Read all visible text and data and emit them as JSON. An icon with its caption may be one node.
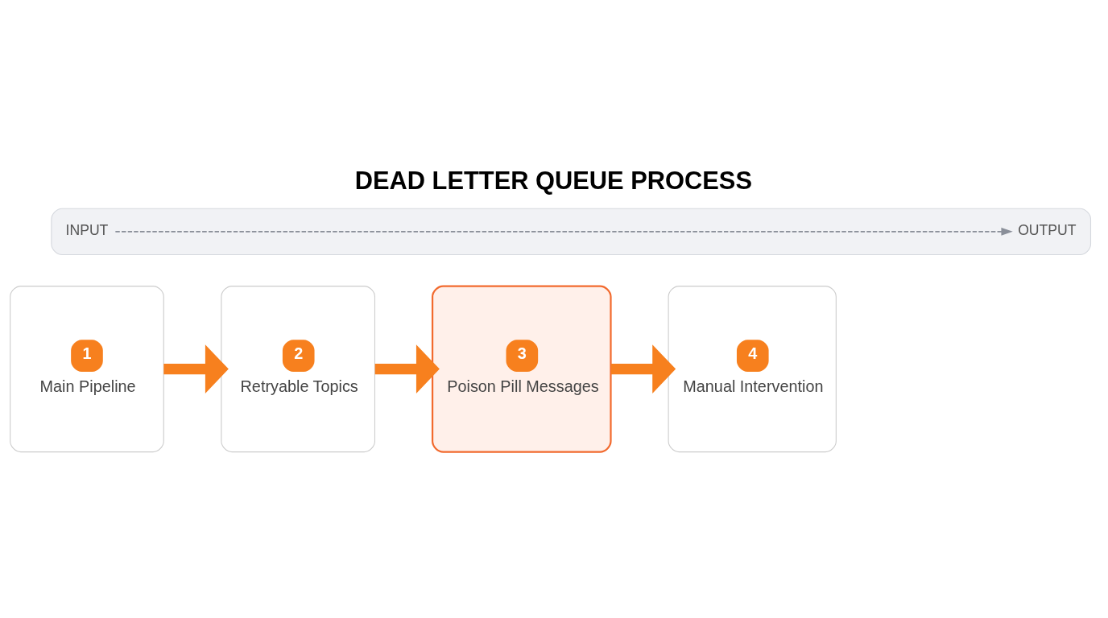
{
  "diagram": {
    "title": "DEAD LETTER QUEUE PROCESS",
    "nodes": [
      {
        "text": [
          "1",
          "Main Pipeline"
        ]
      },
      {
        "text": [
          "2",
          "Retryable Topics"
        ]
      },
      {
        "text": [
          "3",
          "Poison Pill Messages"
        ]
      },
      {
        "text": [
          "4",
          "Manual Intervention"
        ]
      },
      {
        "text": [],
        "shape": "box"
      },
      {
        "text": [
          "INPUT"
        ],
        "in": 4
      },
      {
        "text": [
          "OUTPUT"
        ],
        "in": 4
      }
    ],
    "edges": [
      {
        "from": 0,
        "to": 1,
        "arrow": "to"
      },
      {
        "from": 1,
        "to": 2,
        "arrow": "to"
      },
      {
        "from": 2,
        "to": 3,
        "arrow": "to"
      },
      {
        "from": 5,
        "to": 6,
        "arrow": "to",
        "style": "dashed",
        "color": "#8a8f99"
      }
    ]
  }
}
